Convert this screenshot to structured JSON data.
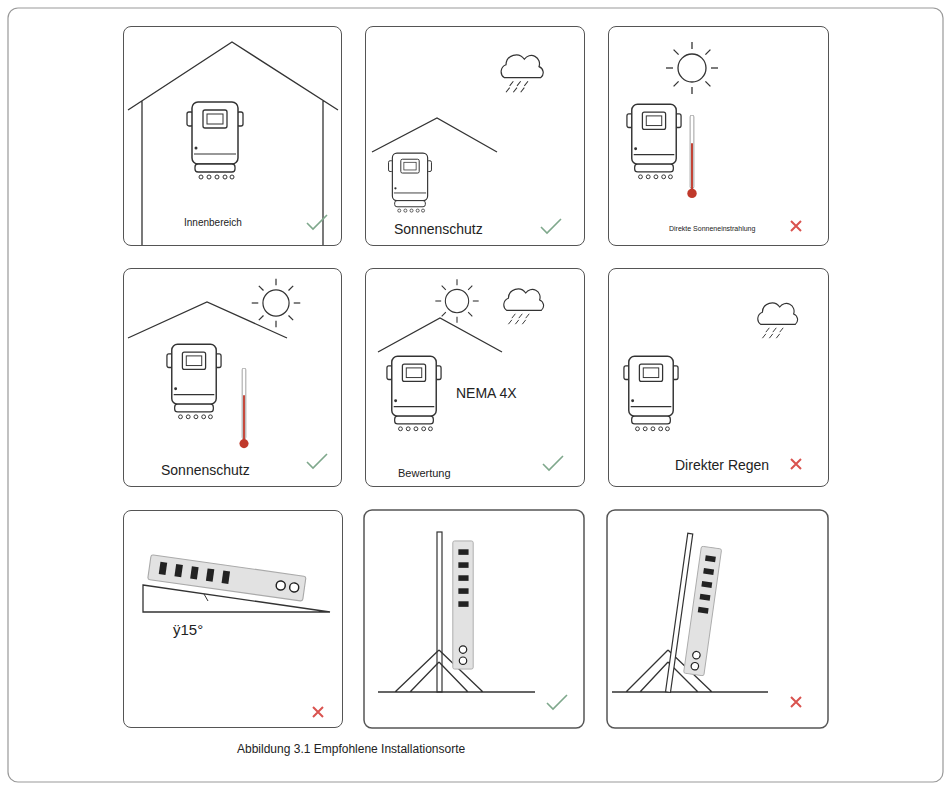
{
  "diagram": {
    "caption": "Abbildung 3.1 Empfohlene Installationsorte",
    "nodes": [
      {
        "text": [
          "Innenbereich"
        ]
      },
      {
        "text": [
          "Sonnenschutz"
        ]
      },
      {
        "text": [
          "Direkte Sonneneinstrahlung"
        ]
      },
      {
        "text": [
          "Sonnenschutz"
        ]
      },
      {
        "text": [
          "NEMA 4X",
          "Bewertung"
        ]
      },
      {
        "text": [
          "Direkter Regen"
        ]
      },
      {
        "text": [
          "ÿ15°"
        ]
      }
    ]
  }
}
